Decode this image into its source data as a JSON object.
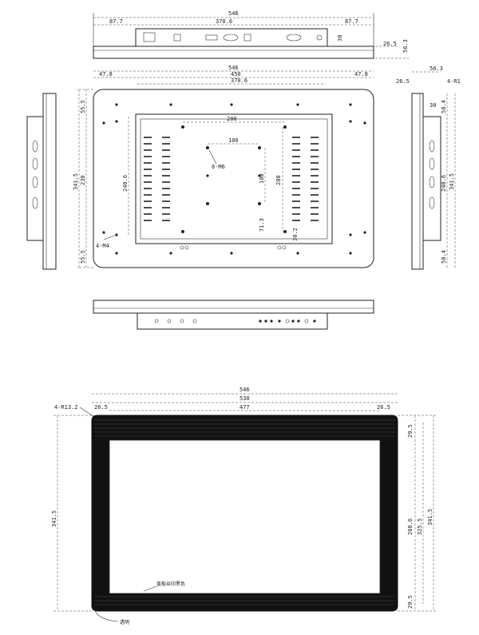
{
  "top_view": {
    "dims": [
      "546",
      "87.7",
      "370.6",
      "87.7",
      "30",
      "26.5",
      "56.3"
    ]
  },
  "front_view": {
    "dims_top": [
      "546",
      "47.8",
      "450",
      "370.6",
      "47.8"
    ],
    "dims_left": [
      "55.5",
      "341.5",
      "230",
      "240.6",
      "55.5"
    ],
    "dims_inner": [
      "200",
      "100",
      "100",
      "200",
      "71.3",
      "30.2"
    ],
    "notes": [
      "8-M6",
      "4-M4"
    ]
  },
  "side_view": {
    "dims": [
      "56.3",
      "26.5",
      "4-R1",
      "30",
      "50.4",
      "240.6",
      "341.5",
      "50.4"
    ]
  },
  "glass_view": {
    "dims_top": [
      "546",
      "530",
      "477",
      "26.5",
      "26.5"
    ],
    "corner_note": "4-R13.2",
    "dims_right": [
      "29.5",
      "325.5",
      "268.6",
      "341.5",
      "29.5"
    ],
    "dims_left": [
      "341.5"
    ],
    "labels": [
      "盖板丝印黑色",
      "透明"
    ]
  }
}
